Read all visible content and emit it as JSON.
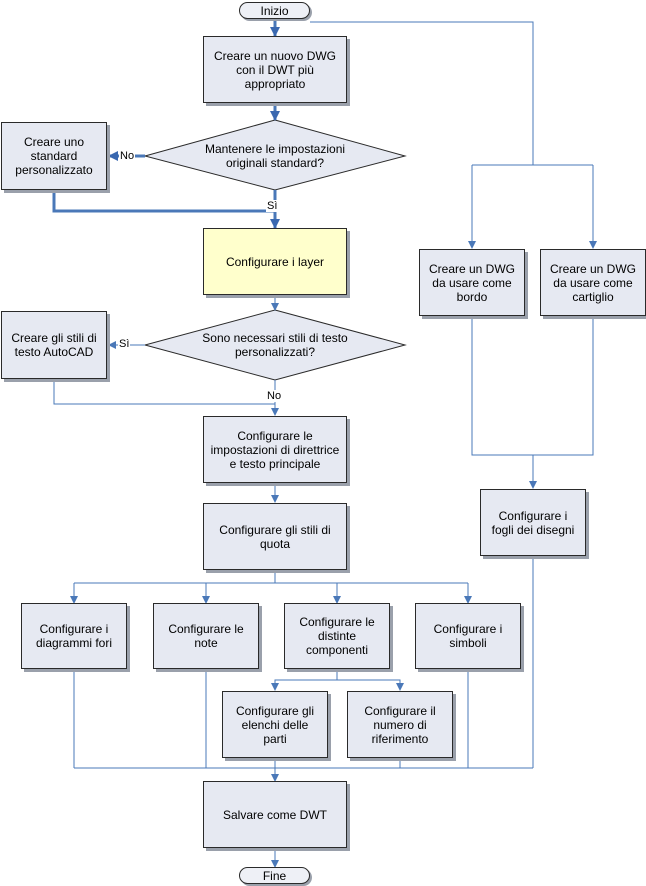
{
  "nodes": {
    "start": "Inizio",
    "create_dwg": "Creare un nuovo DWG con il DWT più appropriato",
    "keep_standards_question": "Mantenere le impostazioni originali standard?",
    "create_custom_standard": "Creare uno standard personalizzato",
    "configure_layers": "Configurare i layer",
    "text_styles_question": "Sono necessari stili di testo personalizzati?",
    "create_text_styles": "Creare gli stili di testo AutoCAD",
    "configure_leader": "Configurare le impostazioni di direttrice e testo principale",
    "configure_dim_styles": "Configurare gli stili di quota",
    "configure_hole_charts": "Configurare i diagrammi fori",
    "configure_notes": "Configurare le note",
    "configure_bom": "Configurare le distinte componenti",
    "configure_symbols": "Configurare i simboli",
    "configure_parts_lists": "Configurare gli elenchi delle parti",
    "configure_balloons": "Configurare il numero di riferimento",
    "save_dwt": "Salvare come DWT",
    "end": "Fine",
    "create_border_dwg": "Creare un DWG da usare come bordo",
    "create_title_block_dwg": "Creare un DWG da usare come cartiglio",
    "configure_sheets": "Configurare i fogli dei disegni"
  },
  "labels": {
    "no_1": "No",
    "yes_1": "Sì",
    "yes_2": "Sì",
    "no_2": "No"
  },
  "colors": {
    "box_fill": "#e6e9f2",
    "highlight_fill": "#ffffcc",
    "connector": "#4a78b8"
  }
}
